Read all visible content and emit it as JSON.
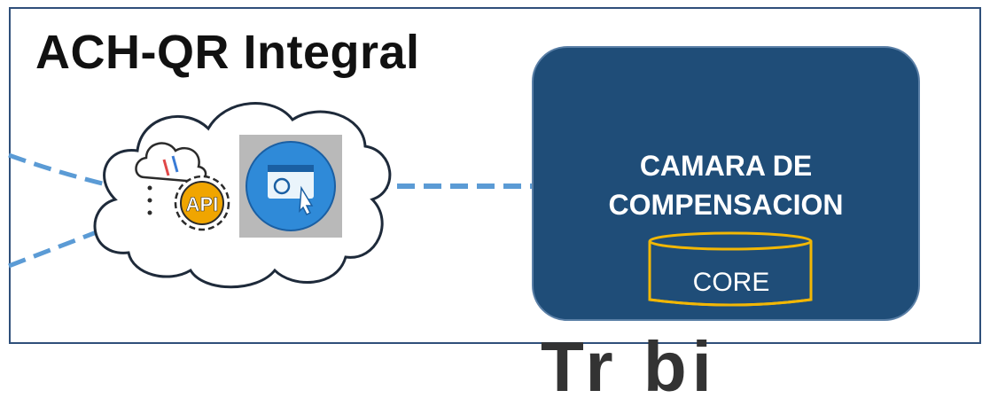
{
  "title": "ACH-QR Integral",
  "camara": {
    "line1": "CAMARA DE",
    "line2": "COMPENSACION",
    "core": "CORE"
  },
  "api_label": "API",
  "bottom_partial": "Tr  bi",
  "colors": {
    "frame": "#2f4f7a",
    "camara_fill": "#1f4d78",
    "core_outline": "#f2b705",
    "dashed_link": "#5b9bd5",
    "cloud_outline": "#1e2a3a",
    "gear": "#f0a500"
  },
  "icons": [
    "cloud-sync-icon",
    "api-gear-icon",
    "web-browser-icon"
  ]
}
